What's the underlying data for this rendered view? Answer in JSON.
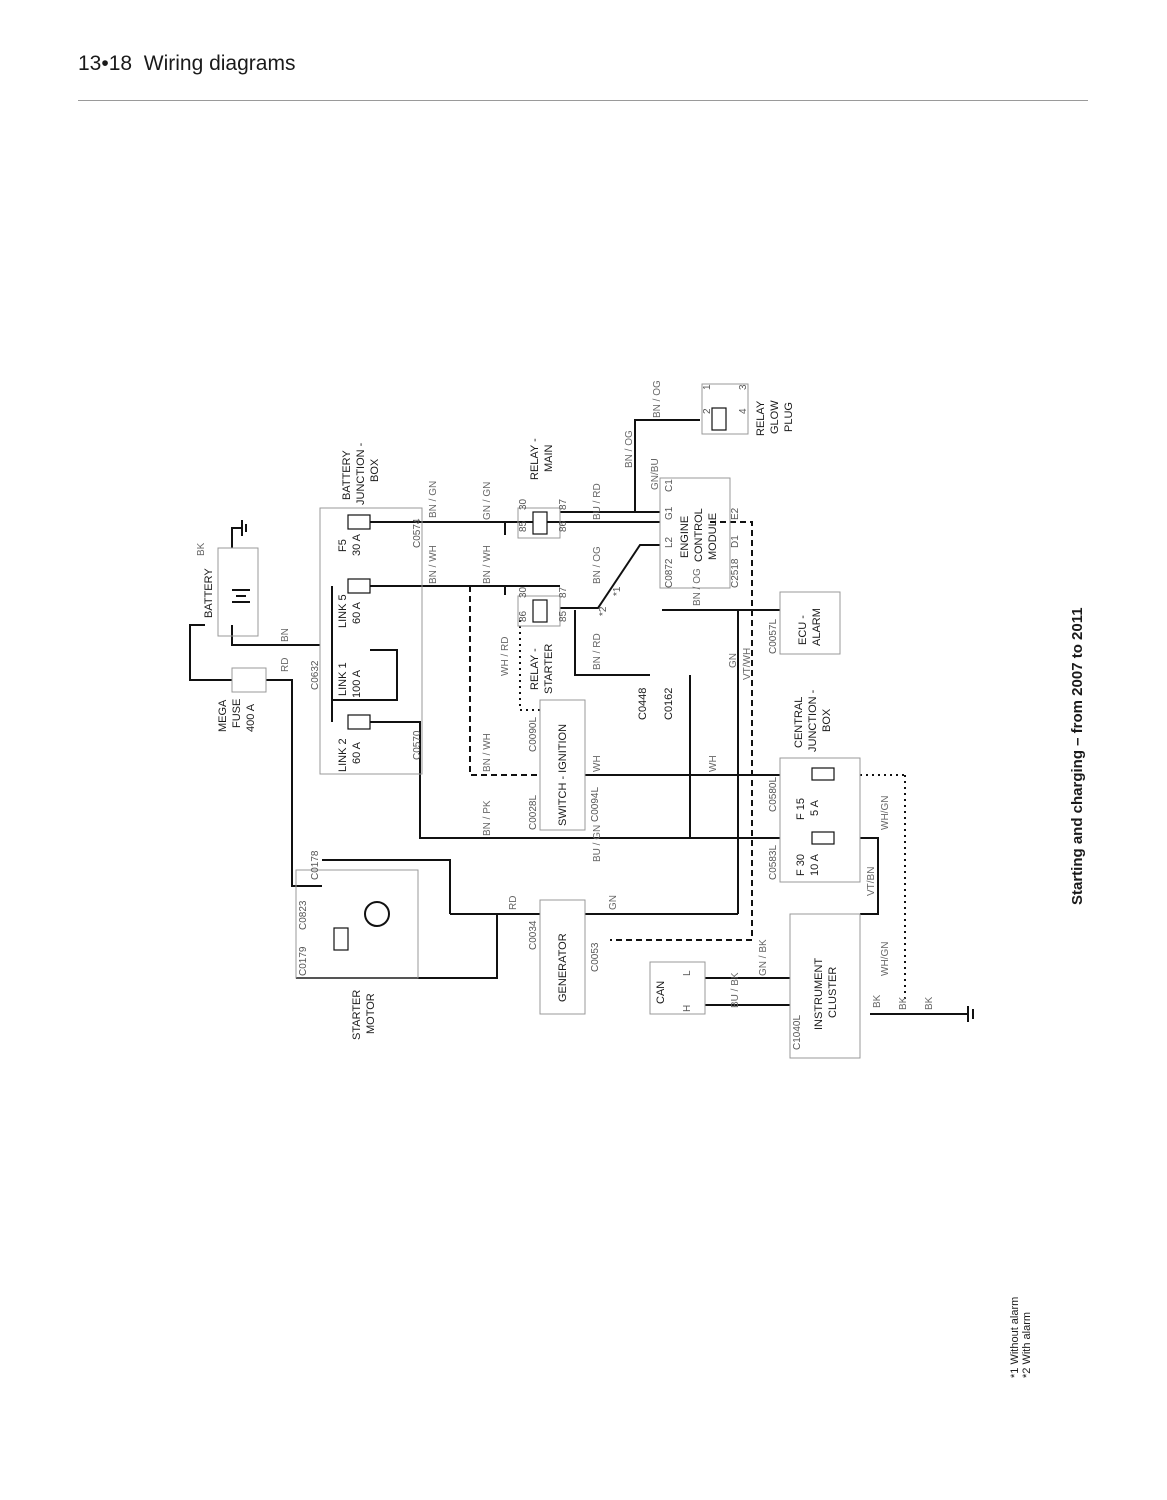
{
  "header": {
    "page_ref": "13•18",
    "section": "Wiring diagrams"
  },
  "caption": "Starting and charging – from 2007 to 2011",
  "components": {
    "battery": "BATTERY",
    "mega_fuse": [
      "MEGA",
      "FUSE",
      "400 A"
    ],
    "battery_junction_box": [
      "BATTERY",
      "JUNCTION -",
      "BOX"
    ],
    "f5": [
      "F5",
      "30 A"
    ],
    "link5": [
      "LINK 5",
      "60 A"
    ],
    "link1": [
      "LINK 1",
      "100 A"
    ],
    "link2": [
      "LINK 2",
      "60 A"
    ],
    "relay_main": [
      "RELAY -",
      "MAIN"
    ],
    "relay_starter": [
      "RELAY -",
      "STARTER"
    ],
    "relay_glow_plug": [
      "RELAY",
      "GLOW",
      "PLUG"
    ],
    "engine_control_module": [
      "ENGINE",
      "CONTROL",
      "MODULE"
    ],
    "ecu_alarm": [
      "ECU -",
      "ALARM"
    ],
    "switch_ignition": "SWITCH - IGNITION",
    "central_junction_box": [
      "CENTRAL",
      "JUNCTION -",
      "BOX"
    ],
    "f15": [
      "F 15",
      "5 A"
    ],
    "f30": [
      "F 30",
      "10 A"
    ],
    "starter_motor": [
      "STARTER",
      "MOTOR"
    ],
    "generator": "GENERATOR",
    "can": "CAN",
    "instrument_cluster": [
      "INSTRUMENT",
      "CLUSTER"
    ]
  },
  "connectors": [
    "C0574",
    "C0632",
    "C0570",
    "C0823",
    "C0178",
    "C0179",
    "C0028L",
    "C0090L",
    "C0094L",
    "C0448",
    "C0162",
    "C0034",
    "C0053",
    "C0872",
    "C2518",
    "C0057L",
    "C0580L",
    "C0583L",
    "C1040L"
  ],
  "pins": {
    "relay_main": [
      "85",
      "86",
      "30",
      "87"
    ],
    "relay_starter": [
      "86",
      "85",
      "30",
      "87"
    ],
    "ecm": [
      "C1",
      "G1",
      "L2",
      "D1",
      "E2"
    ],
    "glow": [
      "1",
      "2",
      "3",
      "4"
    ]
  },
  "wire_colors": [
    "BN",
    "RD",
    "BK",
    "BN / GN",
    "GN / GN",
    "BN / WH",
    "WH / RD",
    "BU / RD",
    "BN / OG",
    "GN/BU",
    "BN / RD",
    "BN / PK",
    "BU / GN",
    "GN",
    "VT/WH",
    "WH",
    "VT/BN",
    "WH/GN",
    "BU / BK",
    "GN / BK"
  ],
  "switch_marks": [
    "*1",
    "*2"
  ],
  "can_pins": [
    "H",
    "L"
  ],
  "footnotes": [
    "*1 Without alarm",
    "*2 With alarm"
  ]
}
